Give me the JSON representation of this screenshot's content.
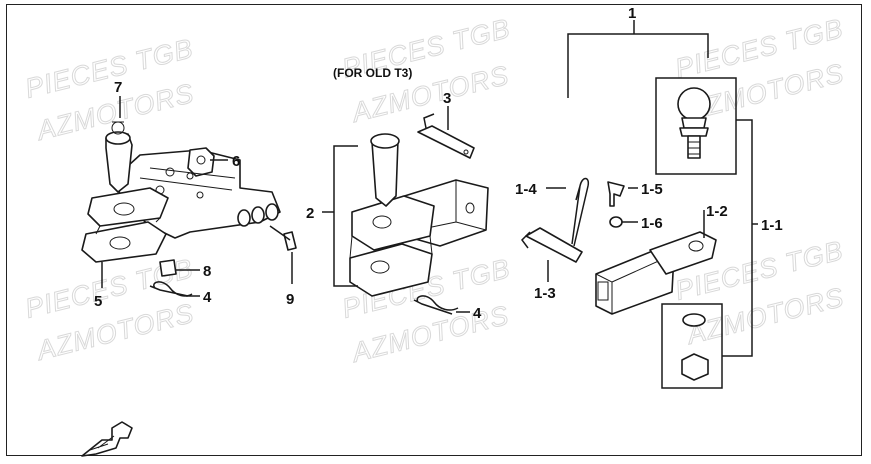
{
  "diagram": {
    "note": "(FOR OLD T3)",
    "watermark": {
      "line1": "PIECES TGB",
      "line2": "AZMOTORS"
    },
    "callouts": {
      "c1": "1",
      "c1_1": "1-1",
      "c1_2": "1-2",
      "c1_3": "1-3",
      "c1_4": "1-4",
      "c1_5": "1-5",
      "c1_6": "1-6",
      "c2": "2",
      "c3": "3",
      "c4a": "4",
      "c4b": "4",
      "c5": "5",
      "c6": "6",
      "c7": "7",
      "c8": "8",
      "c9": "9"
    }
  }
}
